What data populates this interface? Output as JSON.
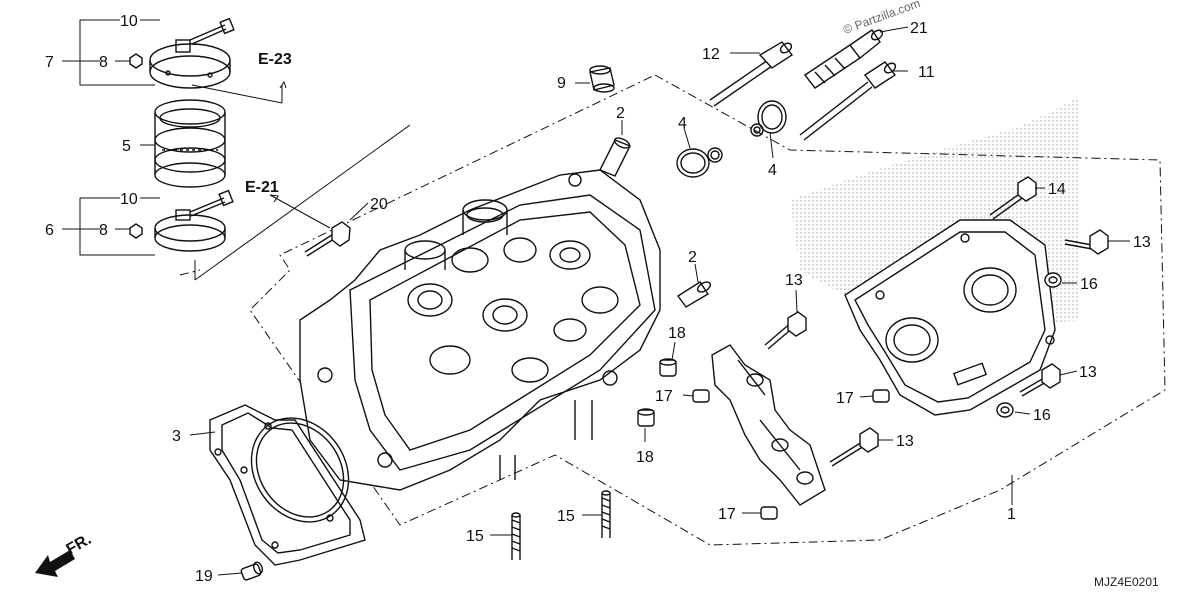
{
  "copyright": "© Partzilla.com",
  "diagram_code": "MJZ4E0201",
  "direction_label": "FR.",
  "references": [
    "E-23",
    "E-21"
  ],
  "callouts": {
    "c1": "1",
    "c2a": "2",
    "c2b": "2",
    "c3": "3",
    "c4a": "4",
    "c4b": "4",
    "c5": "5",
    "c6": "6",
    "c7": "7",
    "c8a": "8",
    "c8b": "8",
    "c9": "9",
    "c10a": "10",
    "c10b": "10",
    "c11": "11",
    "c12": "12",
    "c13a": "13",
    "c13b": "13",
    "c13c": "13",
    "c13d": "13",
    "c14": "14",
    "c15a": "15",
    "c15b": "15",
    "c16a": "16",
    "c16b": "16",
    "c17a": "17",
    "c17b": "17",
    "c17c": "17",
    "c18a": "18",
    "c18b": "18",
    "c19": "19",
    "c20": "20",
    "c21": "21"
  }
}
